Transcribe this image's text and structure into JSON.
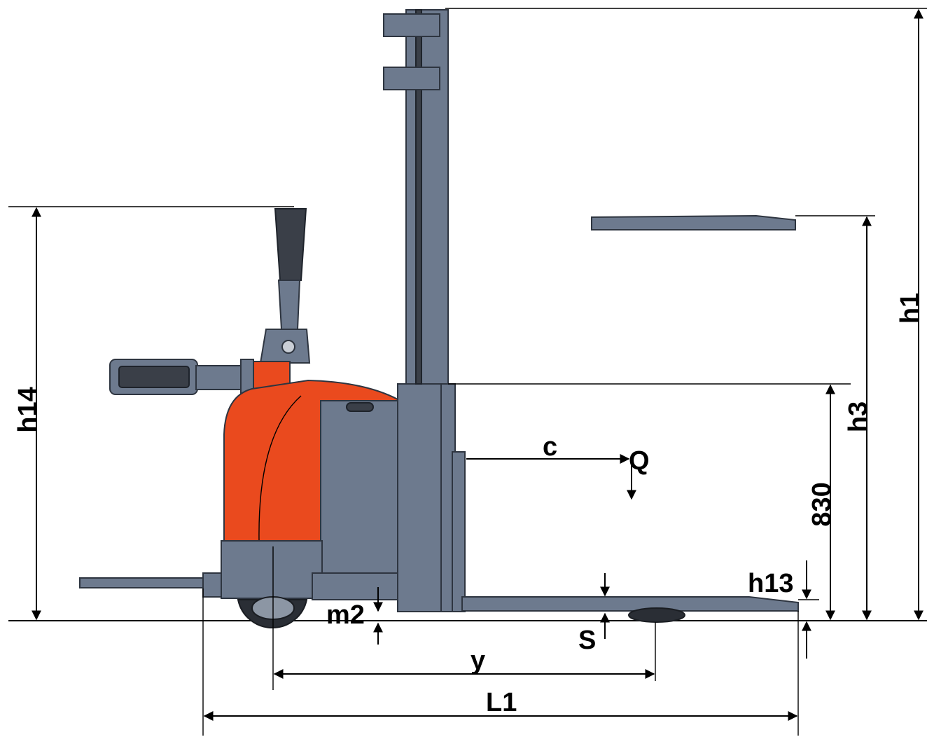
{
  "colors": {
    "steel": "#6d7a8e",
    "orange": "#ea4a1e",
    "dark": "#3a3f48",
    "line": "#000000"
  },
  "labels": {
    "h14": "h14",
    "h1": "h1",
    "h3": "h3",
    "h13": "h13",
    "c": "c",
    "Q": "Q",
    "val_830": "830",
    "m2": "m2",
    "s": "S",
    "y": "y",
    "L1": "L1"
  }
}
